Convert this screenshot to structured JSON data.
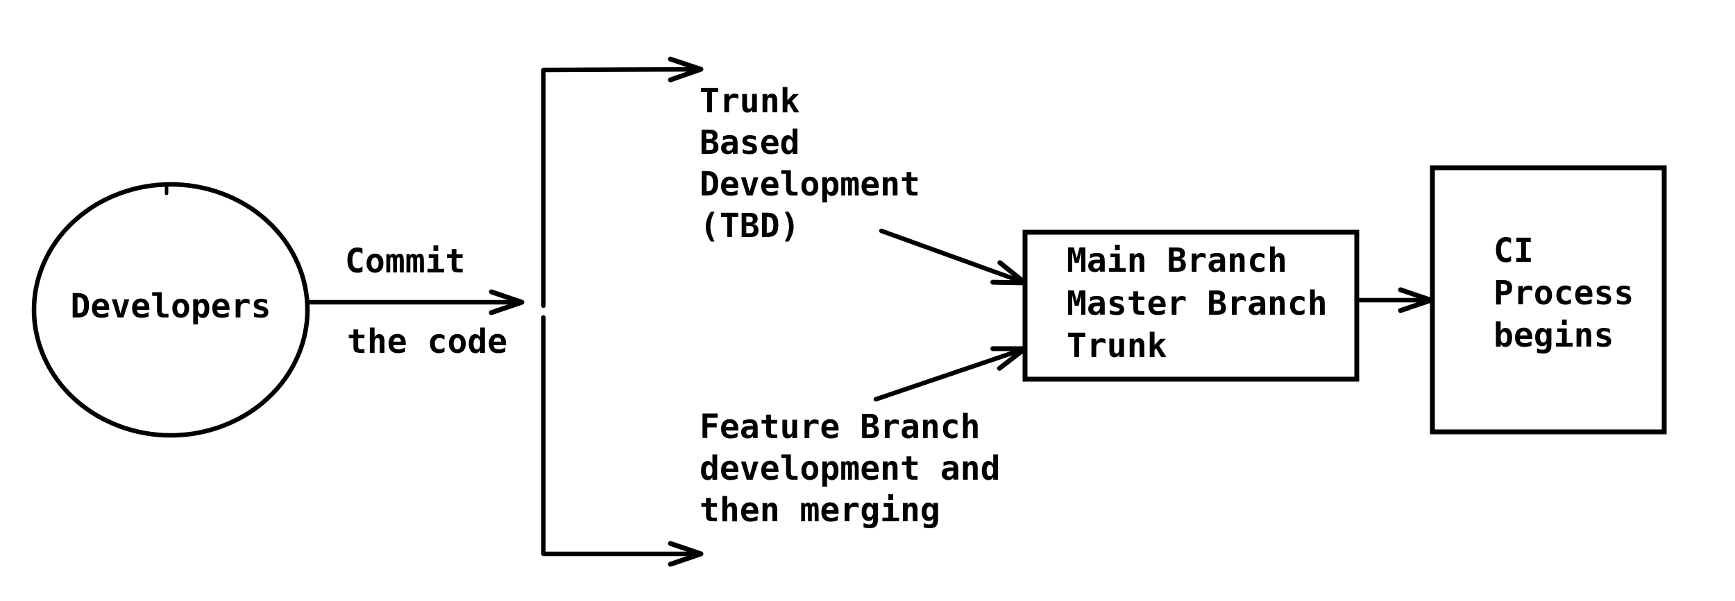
{
  "colors": {
    "ink": "#000000",
    "background": "#ffffff"
  },
  "nodes": {
    "developers": {
      "shape": "ellipse",
      "label": "Developers"
    },
    "main_branch": {
      "shape": "rect",
      "lines": [
        "Main Branch",
        "Master Branch",
        "Trunk"
      ]
    },
    "ci_process": {
      "shape": "rect",
      "lines": [
        "CI",
        "Process",
        "begins"
      ]
    }
  },
  "edges": {
    "commit": {
      "from": "developers",
      "to": "branch-split",
      "lines": [
        "Commit",
        "the code"
      ]
    },
    "trunk_based": {
      "from": "branch-split",
      "to": "main_branch",
      "lines": [
        "Trunk",
        "Based",
        "Development",
        "(TBD)"
      ]
    },
    "feature_branch": {
      "from": "branch-split",
      "to": "main_branch",
      "lines": [
        "Feature Branch",
        "development and",
        "then merging"
      ]
    },
    "main_to_ci": {
      "from": "main_branch",
      "to": "ci_process",
      "lines": []
    }
  }
}
